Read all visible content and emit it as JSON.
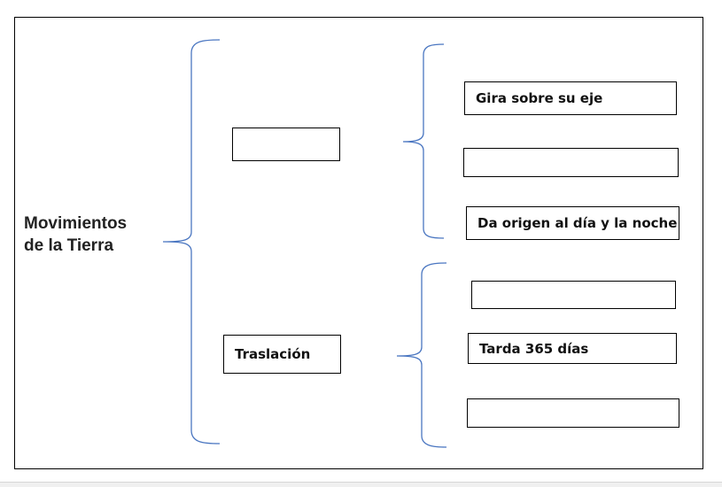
{
  "diagram": {
    "title_line1": "Movimientos",
    "title_line2": "de la Tierra",
    "movements": [
      {
        "label": "",
        "details": [
          "Gira sobre su eje",
          "",
          "Da origen al día y la noche"
        ]
      },
      {
        "label": "Traslación",
        "details": [
          "",
          "Tarda 365 días",
          ""
        ]
      }
    ]
  },
  "colors": {
    "brace": "#4a76c1",
    "box_border": "#000000",
    "text": "#222222"
  }
}
